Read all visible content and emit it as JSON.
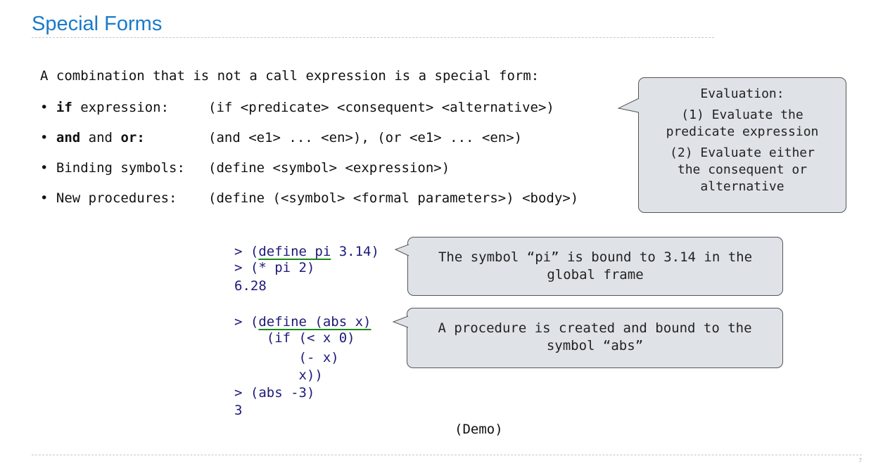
{
  "title": "Special Forms",
  "intro": "A combination that is not a call expression is a special form:",
  "bullets": {
    "if": {
      "bullet": "•",
      "keyword": "if",
      "rest": " expression:",
      "syntax": "(if <predicate> <consequent> <alternative>)"
    },
    "andor": {
      "bullet": "•",
      "kw1": "and",
      "mid": " and ",
      "kw2": "or",
      "colon": ":",
      "syntax": "(and <e1> ... <en>), (or <e1> ... <en>)"
    },
    "binding": {
      "bullet": "•",
      "label": "Binding symbols:",
      "syntax": "(define <symbol> <expression>)"
    },
    "procedures": {
      "bullet": "•",
      "label": "New procedures:",
      "syntax": "(define (<symbol> <formal parameters>) <body>)"
    }
  },
  "evaluation": {
    "header": "Evaluation:",
    "step1_line1": "(1) Evaluate the",
    "step1_line2": "predicate expression",
    "step2_line1": "(2) Evaluate either",
    "step2_line2": "the consequent or",
    "step2_line3": "alternative"
  },
  "code": {
    "l1_prompt": "> (",
    "l1_ul": "define pi",
    "l1_rest": " 3.14)",
    "l2": "> (* pi 2)",
    "l3": "6.28",
    "l4_prompt": "> (",
    "l4_ul": "define (abs x)",
    "l5": "    (if (< x 0)",
    "l6": "        (- x)",
    "l7": "        x))",
    "l8": "> (abs -3)",
    "l9": "3"
  },
  "callouts": {
    "pi_line1": "The symbol “pi” is bound to 3.14 in the",
    "pi_line2": "global frame",
    "abs_line1": "A procedure is created and bound to the",
    "abs_line2": "symbol “abs”"
  },
  "demo": "(Demo)",
  "page_number": "7"
}
